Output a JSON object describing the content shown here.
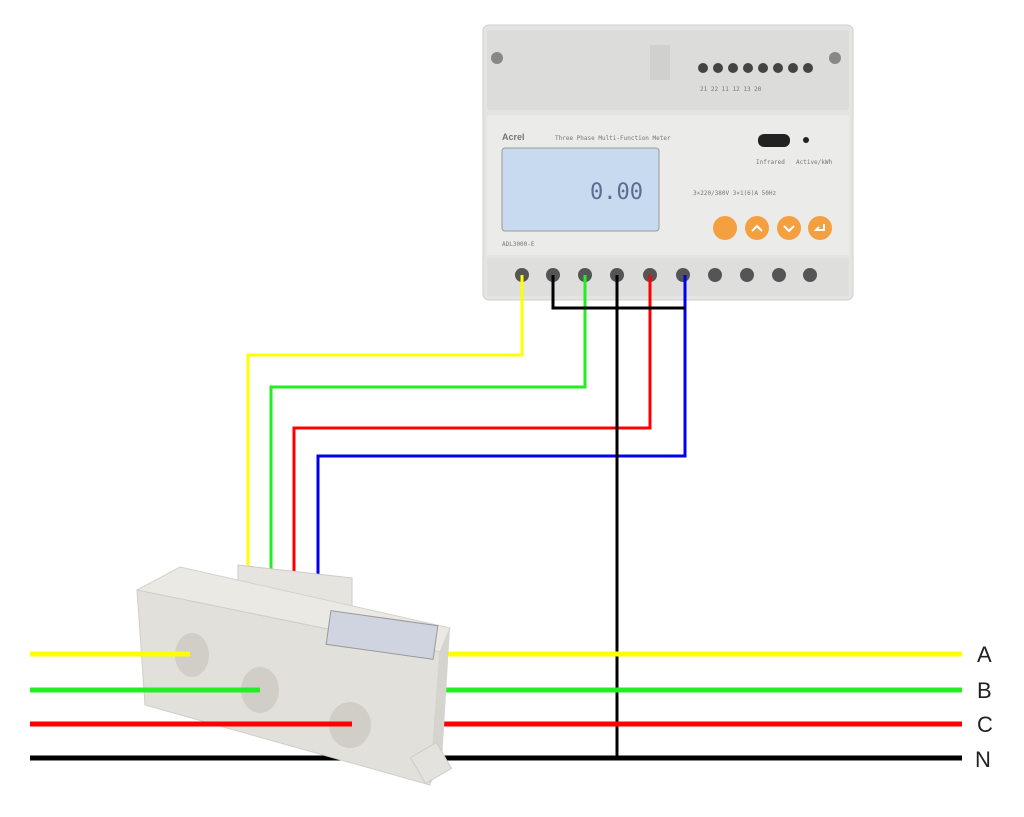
{
  "meter": {
    "brand": "Acrel",
    "title": "Three Phase Multi-Function Meter",
    "model": "ADL3000-E",
    "display_value": "0.00",
    "infrared_label": "Infrared",
    "active_label": "Active/kWh",
    "rating": "3×220/380V 3×1(6)A 50Hz",
    "top_terminal_labels": "21 22 11 12 13 20"
  },
  "phases": [
    {
      "label": "A",
      "color": "#ffff00"
    },
    {
      "label": "B",
      "color": "#22ee22"
    },
    {
      "label": "C",
      "color": "#ff0000"
    },
    {
      "label": "N",
      "color": "#000000"
    }
  ],
  "colors": {
    "blue_wire": "#0000ee",
    "button": "#f5a040",
    "lcd": "#c8daf0"
  }
}
